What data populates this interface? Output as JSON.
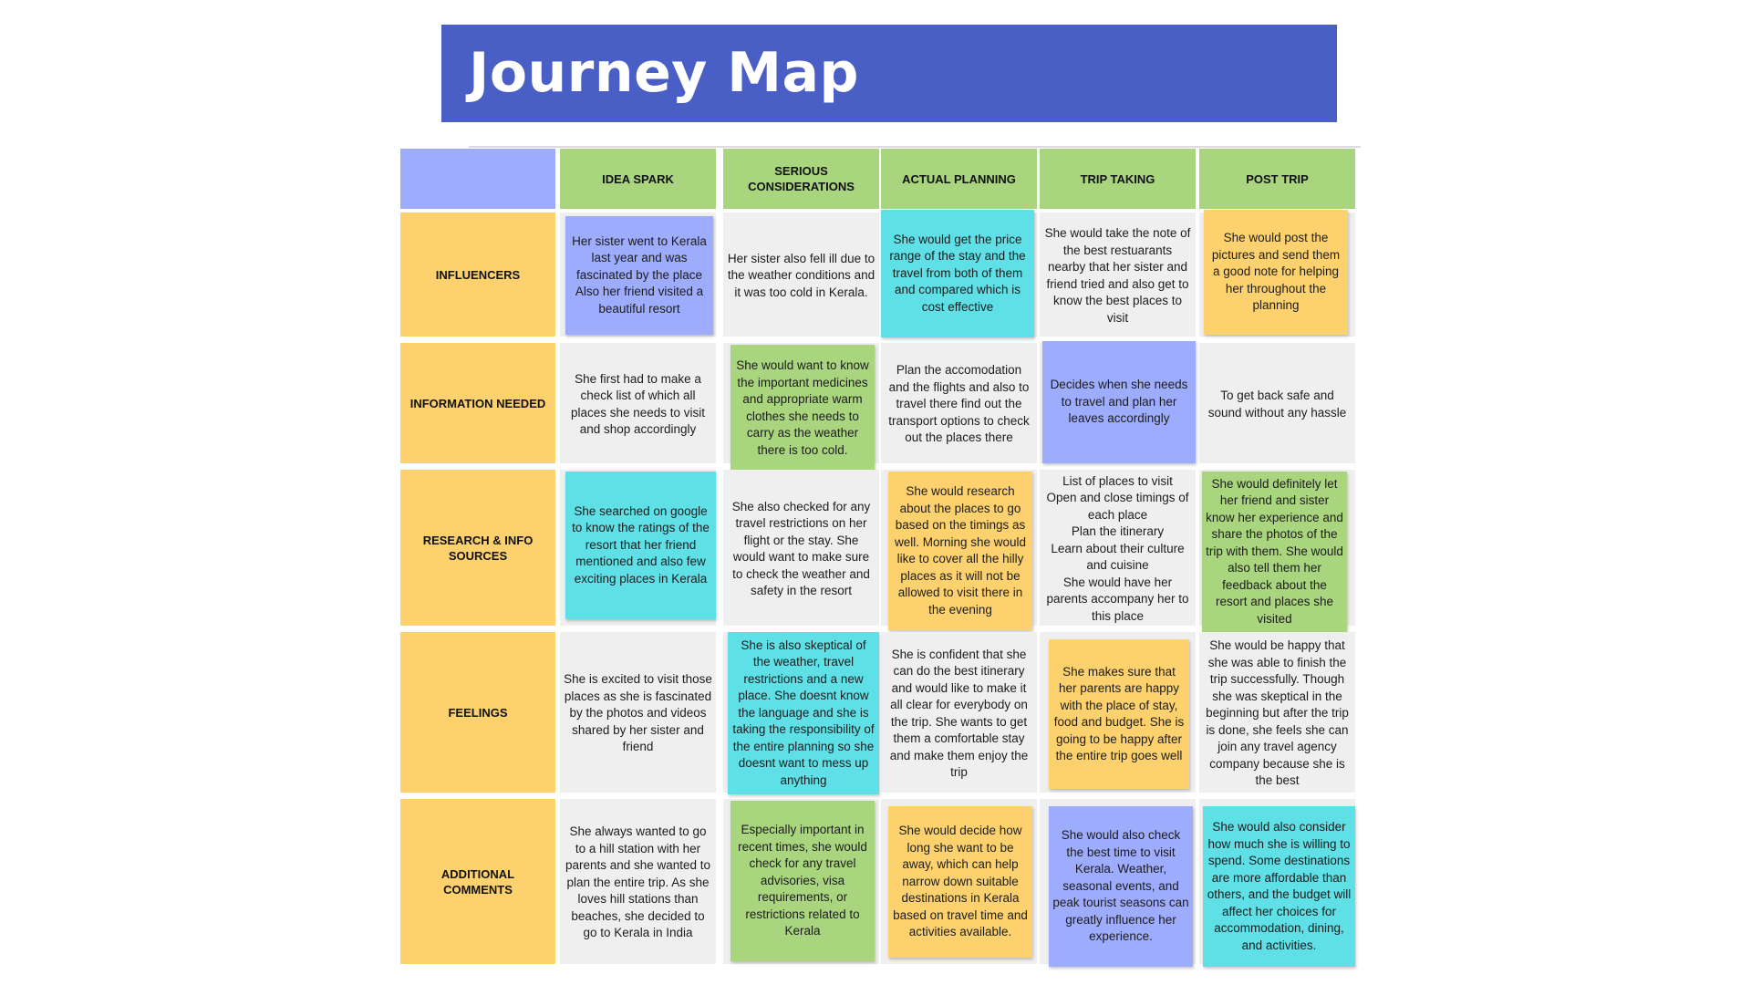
{
  "title": "Journey Map",
  "columns": [
    "IDEA SPARK",
    "SERIOUS CONSIDERATIONS",
    "ACTUAL PLANNING",
    "TRIP TAKING",
    "POST TRIP"
  ],
  "rows": [
    {
      "label": "INFLUENCERS",
      "cells": [
        {
          "text": "Her sister went to Kerala last year and was fascinated by the place Also her friend visited a beautiful resort",
          "color": "#9dacfc"
        },
        {
          "text": "Her sister also fell ill due to the weather conditions and it was too cold in Kerala.",
          "color": ""
        },
        {
          "text": "She would get the price range of the stay and the travel from both of them and compared which is cost effective",
          "color": "#5fe0e6"
        },
        {
          "text": "She would take the note of the best restuarants nearby that her sister and friend tried and also get to know the best places to visit",
          "color": ""
        },
        {
          "text": "She would post the pictures and send them a good note for helping her throughout the planning",
          "color": "#fdd26e"
        }
      ]
    },
    {
      "label": "INFORMATION NEEDED",
      "cells": [
        {
          "text": "She first had to make a check list of which all places she needs to visit and shop accordingly",
          "color": ""
        },
        {
          "text": "She would want to know the important medicines and appropriate warm clothes she needs to carry as the weather there is too cold.",
          "color": "#a9d57f"
        },
        {
          "text": "Plan the accomodation and the flights and also to travel there find out the transport options to check out the places there",
          "color": ""
        },
        {
          "text": "Decides when she needs to travel and plan her leaves accordingly",
          "color": "#9dacfc"
        },
        {
          "text": "To get back safe and sound without any hassle",
          "color": ""
        }
      ]
    },
    {
      "label": "RESEARCH & INFO SOURCES",
      "cells": [
        {
          "text": "She searched on google to know the ratings of the resort that her friend mentioned and also few exciting places in Kerala",
          "color": "#5fe0e6"
        },
        {
          "text": "She also checked for any travel restrictions on her flight or the stay. She would want to make sure to check the weather and safety in the resort",
          "color": ""
        },
        {
          "text": "She would research about the places to go based on the timings as well. Morning she would like to cover all the hilly places as it will not be allowed to visit there in the evening",
          "color": "#fdd26e"
        },
        {
          "text": "List of places to visit\nOpen and close timings of each place\nPlan the itinerary\nLearn about their culture and cuisine\nShe would have her parents accompany her to this place",
          "color": ""
        },
        {
          "text": "She would definitely let her friend and sister know her experience and share the photos of the trip with them. She would also tell them her feedback about the resort and places she visited",
          "color": "#a9d57f"
        }
      ]
    },
    {
      "label": "FEELINGS",
      "cells": [
        {
          "text": "She is excited to visit those places as she is fascinated by the photos and videos shared by her sister and friend",
          "color": ""
        },
        {
          "text": "She is also skeptical of the weather, travel restrictions and a new place. She doesnt know the language and she is taking the responsibility of the entire planning so she doesnt want to mess up anything",
          "color": "#5fe0e6"
        },
        {
          "text": "She is confident that she can do the best itinerary and would like to make it all clear for everybody on the trip. She wants to get them a comfortable stay and make them enjoy the trip",
          "color": ""
        },
        {
          "text": "She makes sure that her parents are happy with the place of stay, food and budget. She is going to be happy after the entire trip goes well",
          "color": "#fdd26e"
        },
        {
          "text": "She would be happy that she was able to finish the trip successfully. Though she was skeptical in the beginning but after the trip is done, she feels she can join any travel agency company because she is the best",
          "color": ""
        }
      ]
    },
    {
      "label": "ADDITIONAL COMMENTS",
      "cells": [
        {
          "text": "She always wanted to go to a hill station with her parents and she wanted to plan the entire trip. As she loves hill stations than beaches, she decided to go to Kerala in India",
          "color": ""
        },
        {
          "text": "Especially important in recent times, she would check for any travel advisories, visa requirements, or restrictions related to Kerala",
          "color": "#a9d57f"
        },
        {
          "text": "She would decide how long she want to be away, which can help narrow down suitable destinations in Kerala based on travel time and activities available.",
          "color": "#fdd26e"
        },
        {
          "text": "She would also check the best time to visit Kerala. Weather, seasonal events, and peak tourist seasons can greatly influence her experience.",
          "color": "#9dacfc"
        },
        {
          "text": "She would also consider how much she is willing to spend. Some destinations are more affordable than others, and the budget will affect her choices for accommodation, dining, and activities.",
          "color": "#5fe0e6"
        }
      ]
    }
  ]
}
